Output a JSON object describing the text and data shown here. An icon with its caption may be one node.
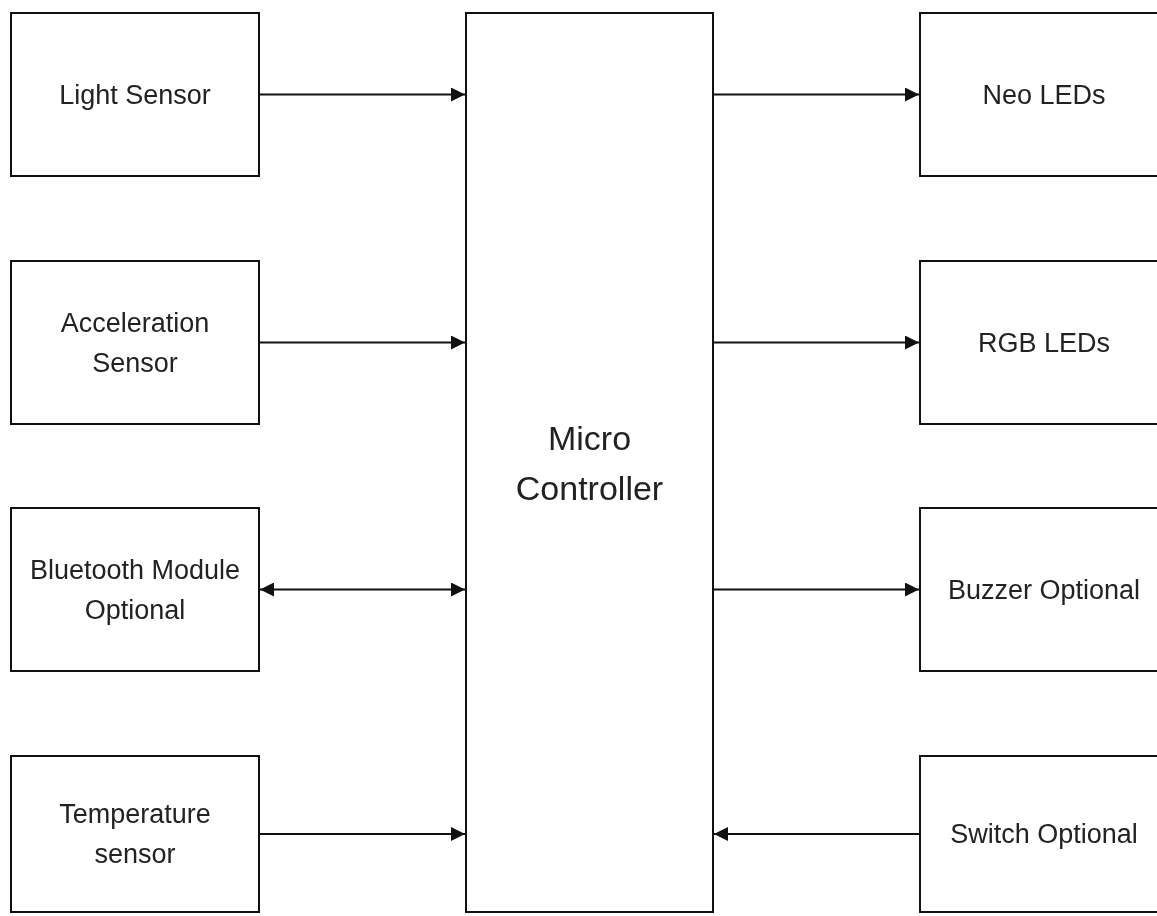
{
  "diagram": {
    "nodes": [
      {
        "text": [
          "Light Sensor"
        ]
      },
      {
        "text": [
          "Acceleration Sensor"
        ]
      },
      {
        "text": [
          "Bluetooth Module Optional"
        ]
      },
      {
        "text": [
          "Temperature sensor"
        ]
      },
      {
        "text": [
          "Micro Controller"
        ]
      },
      {
        "text": [
          "Neo LEDs"
        ]
      },
      {
        "text": [
          "RGB LEDs"
        ]
      },
      {
        "text": [
          "Buzzer Optional"
        ]
      },
      {
        "text": [
          "Switch Optional"
        ]
      }
    ],
    "edges": [
      {
        "from": 0,
        "to": 4,
        "arrow": "to"
      },
      {
        "from": 1,
        "to": 4,
        "arrow": "to"
      },
      {
        "from": 2,
        "to": 4,
        "arrow": "both"
      },
      {
        "from": 3,
        "to": 4,
        "arrow": "to"
      },
      {
        "from": 4,
        "to": 5,
        "arrow": "to"
      },
      {
        "from": 4,
        "to": 6,
        "arrow": "to"
      },
      {
        "from": 4,
        "to": 7,
        "arrow": "to"
      },
      {
        "from": 8,
        "to": 4,
        "arrow": "to"
      }
    ]
  }
}
